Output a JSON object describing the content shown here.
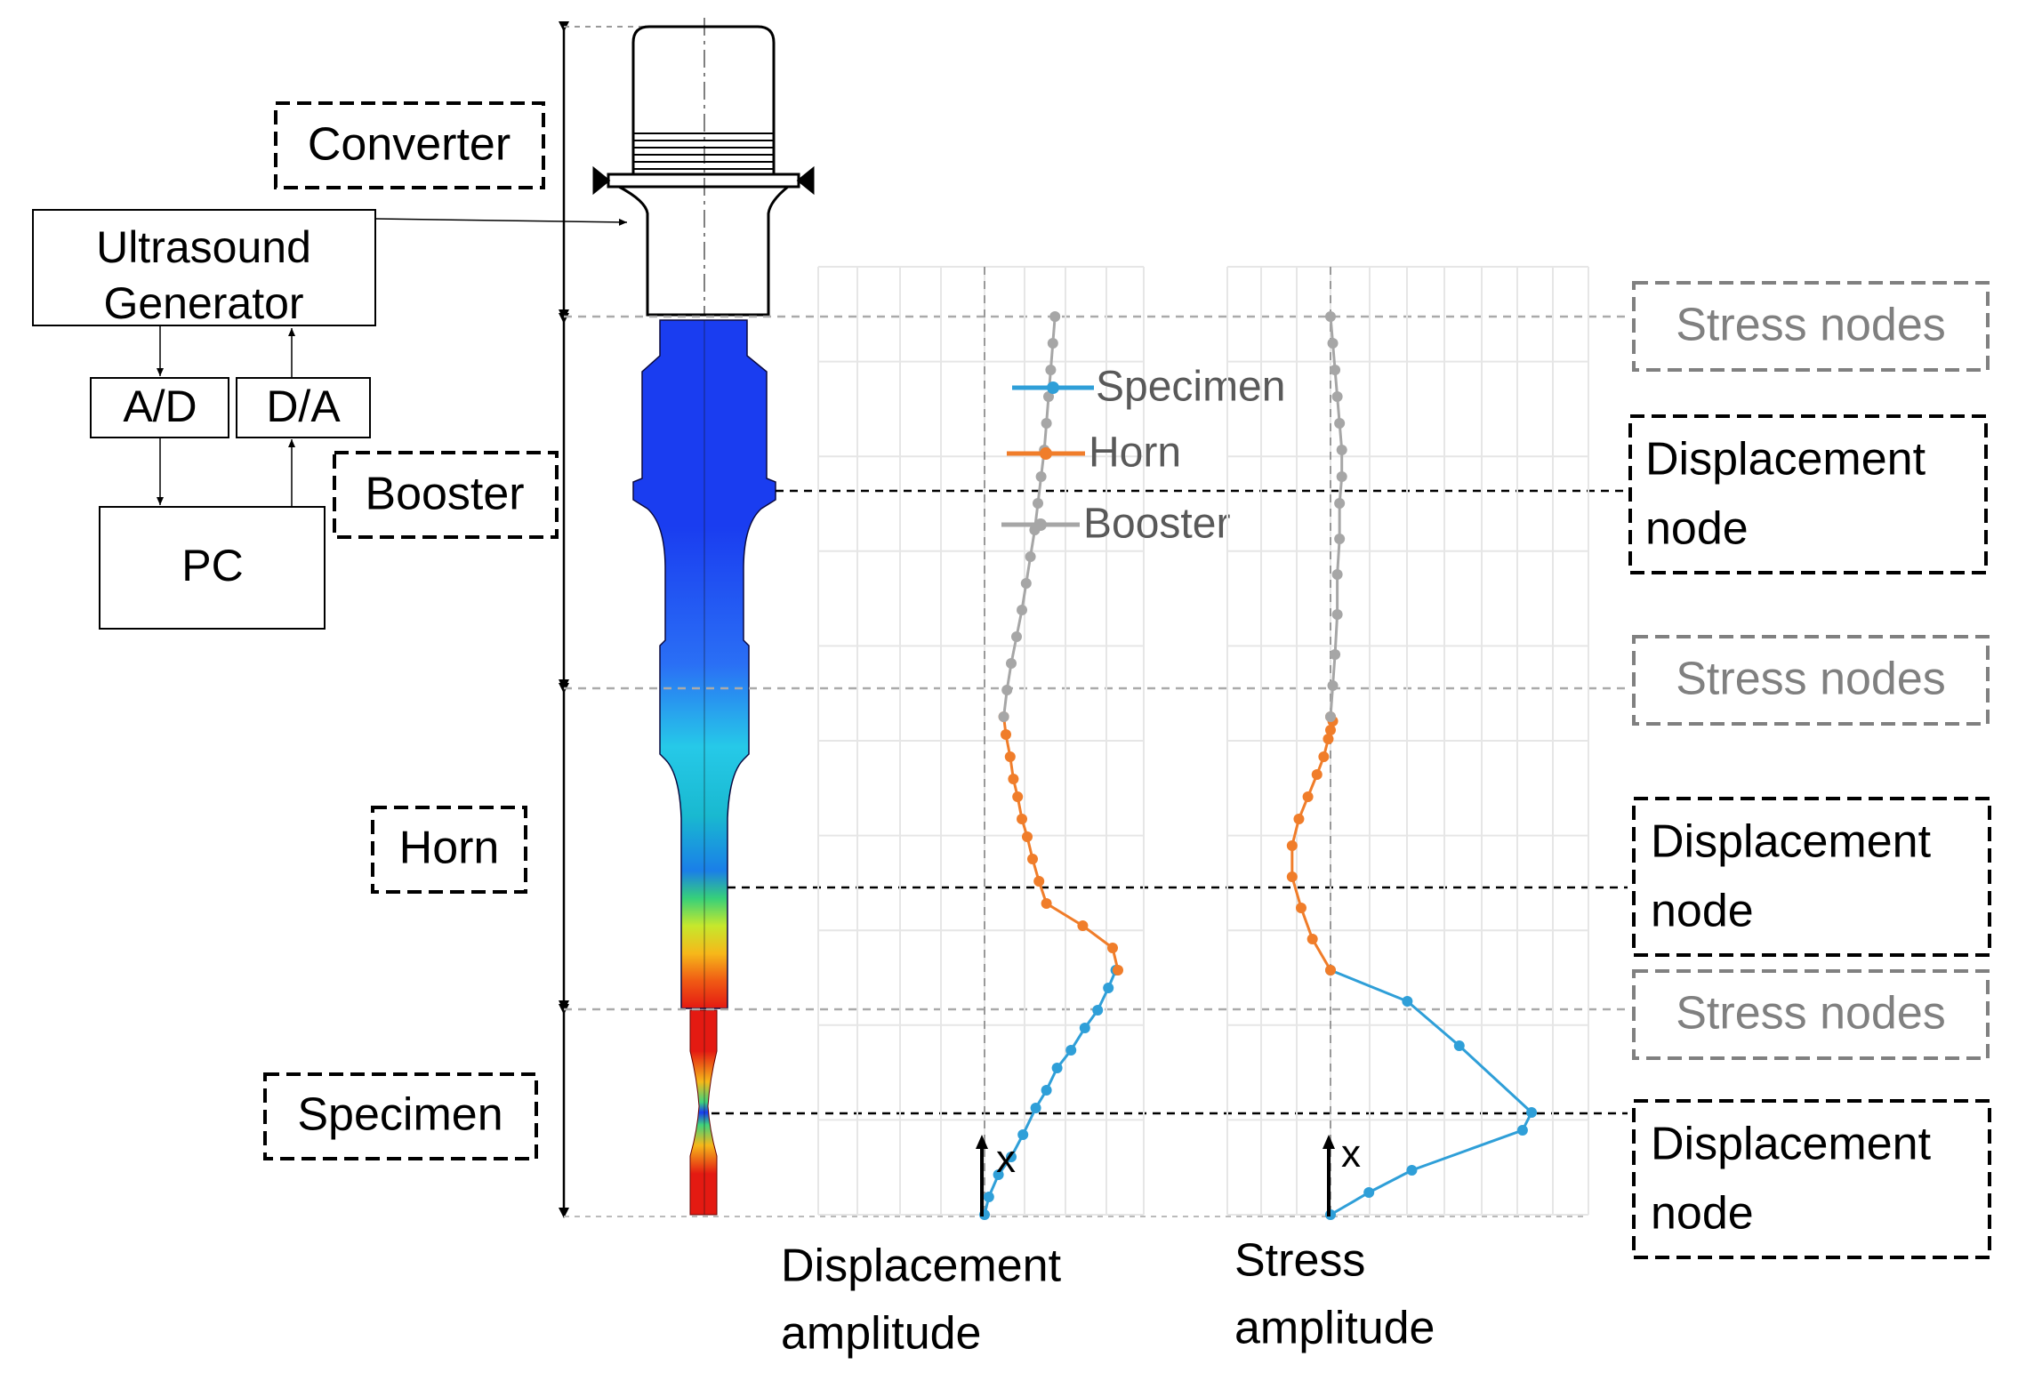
{
  "colors": {
    "specimen": "#2f9fd8",
    "horn": "#f07d2a",
    "booster": "#a6a6a6",
    "black": "#000000",
    "gray_label": "#808080",
    "grid": "#e6e6e6"
  },
  "components": {
    "converter": "Converter",
    "booster": "Booster",
    "horn": "Horn",
    "specimen": "Specimen"
  },
  "control": {
    "generator_line1": "Ultrasound",
    "generator_line2": "Generator",
    "ad": "A/D",
    "da": "D/A",
    "pc": "PC"
  },
  "nodes": {
    "stress": "Stress nodes",
    "displacement_line1": "Displacement",
    "displacement_line2": "node"
  },
  "chart_data": [
    {
      "type": "line",
      "title": "",
      "xlabel": "Displacement amplitude",
      "xlabel_lines": [
        "Displacement",
        "amplitude"
      ],
      "ylabel": "x",
      "legend": [
        "Specimen",
        "Horn",
        "Booster"
      ],
      "legend_position": "top-right",
      "grid": true,
      "series": [
        {
          "name": "Specimen",
          "color": "#2f9fd8",
          "x": [
            0.0,
            0.04,
            0.13,
            0.25,
            0.36,
            0.48,
            0.58,
            0.68,
            0.81,
            0.94,
            1.06,
            1.16,
            1.23
          ],
          "y": [
            0.0,
            0.04,
            0.09,
            0.13,
            0.18,
            0.24,
            0.28,
            0.33,
            0.37,
            0.42,
            0.46,
            0.51,
            0.55
          ]
        },
        {
          "name": "Horn",
          "color": "#f07d2a",
          "x": [
            1.25,
            1.2,
            0.92,
            0.58,
            0.51,
            0.45,
            0.4,
            0.35,
            0.31,
            0.27,
            0.24,
            0.2,
            0.18
          ],
          "y": [
            0.55,
            0.6,
            0.65,
            0.7,
            0.75,
            0.8,
            0.85,
            0.89,
            0.94,
            0.98,
            1.03,
            1.08,
            1.12
          ]
        },
        {
          "name": "Booster",
          "color": "#a6a6a6",
          "x": [
            0.18,
            0.21,
            0.25,
            0.3,
            0.35,
            0.39,
            0.43,
            0.47,
            0.5,
            0.53,
            0.56,
            0.58,
            0.6,
            0.62,
            0.64,
            0.66
          ],
          "y": [
            1.12,
            1.18,
            1.24,
            1.3,
            1.36,
            1.42,
            1.48,
            1.54,
            1.6,
            1.66,
            1.72,
            1.78,
            1.84,
            1.9,
            1.96,
            2.02
          ]
        }
      ]
    },
    {
      "type": "line",
      "title": "",
      "xlabel": "Stress amplitude",
      "xlabel_lines": [
        "Stress",
        "amplitude"
      ],
      "ylabel": "x",
      "grid": true,
      "series": [
        {
          "name": "Specimen",
          "color": "#2f9fd8",
          "x": [
            0.0,
            0.17,
            0.36,
            0.85,
            0.89,
            0.57,
            0.34,
            0.0
          ],
          "y": [
            0.0,
            0.05,
            0.1,
            0.19,
            0.23,
            0.38,
            0.48,
            0.55
          ]
        },
        {
          "name": "Horn",
          "color": "#f07d2a",
          "x": [
            0.0,
            -0.08,
            -0.13,
            -0.17,
            -0.17,
            -0.14,
            -0.1,
            -0.06,
            -0.03,
            -0.01,
            0.0,
            0.01,
            0.0
          ],
          "y": [
            0.55,
            0.62,
            0.69,
            0.76,
            0.83,
            0.89,
            0.94,
            0.99,
            1.03,
            1.07,
            1.09,
            1.11,
            1.12
          ]
        },
        {
          "name": "Booster",
          "color": "#a6a6a6",
          "x": [
            0.0,
            0.01,
            0.02,
            0.03,
            0.03,
            0.04,
            0.04,
            0.05,
            0.05,
            0.04,
            0.03,
            0.02,
            0.01,
            0.0
          ],
          "y": [
            1.12,
            1.19,
            1.26,
            1.35,
            1.44,
            1.52,
            1.6,
            1.66,
            1.72,
            1.78,
            1.84,
            1.9,
            1.96,
            2.02
          ]
        }
      ]
    }
  ]
}
